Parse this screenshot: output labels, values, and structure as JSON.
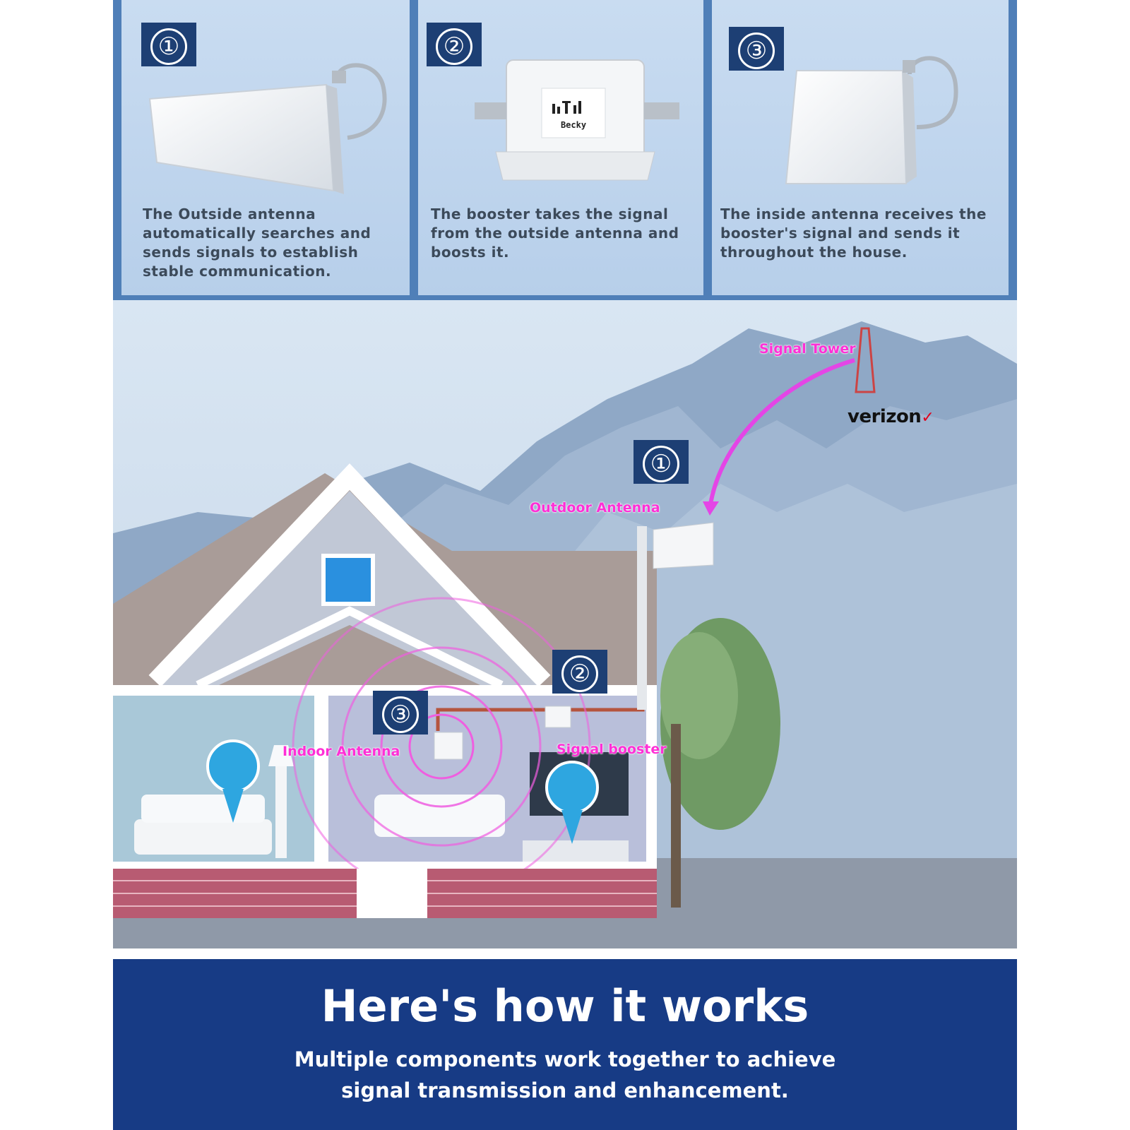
{
  "steps": [
    {
      "number": "①",
      "text": "The Outside antenna automatically searches and sends signals to establish stable communication."
    },
    {
      "number": "②",
      "text": "The booster takes the signal from the outside antenna and boosts it."
    },
    {
      "number": "③",
      "text": "The inside antenna receives the booster's signal and sends it throughout the house."
    }
  ],
  "booster_brand": "Becky",
  "scene": {
    "signal_tower_label": "Signal Tower",
    "carrier_logo": "verizon",
    "outdoor_label": "Outdoor Antenna",
    "indoor_label": "Indoor Antenna",
    "booster_label": "Signal booster",
    "badges": [
      "①",
      "②",
      "③"
    ]
  },
  "footer": {
    "headline": "Here's how it works",
    "sub_line1": "Multiple components work together to achieve",
    "sub_line2": "signal transmission and enhancement."
  },
  "colors": {
    "navy": "#173b85",
    "badge": "#1d3f74",
    "magenta": "#ff2fd6",
    "sky": "#b7cfea"
  }
}
